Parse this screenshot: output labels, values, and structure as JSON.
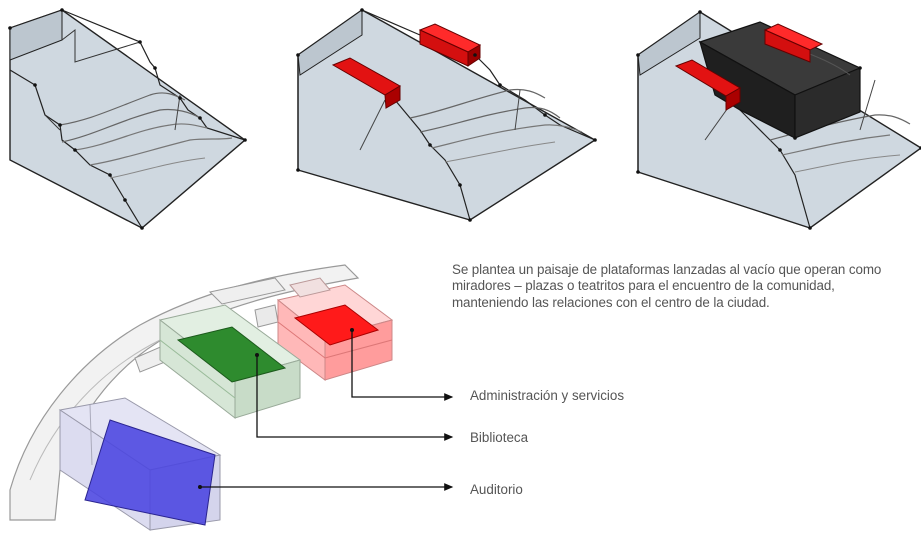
{
  "description": "Se plantea un paisaje de plataformas lanzadas al vacío que operan como miradores – plazas o teatritos para el encuentro de la comunidad, manteniendo las relaciones con el centro de la ciudad.",
  "callouts": {
    "administracion": "Administración y servicios",
    "biblioteca": "Biblioteca",
    "auditorio": "Auditorio"
  },
  "colors": {
    "terrain": "#cdd6de",
    "terrain_edge": "#2b2b2b",
    "platform_red": "#e01010",
    "volume_dark": "#2a2a2a",
    "program_red": "#ff1a1a",
    "program_green": "#2e8b2e",
    "program_blue": "#4a44e0",
    "shell": "#eeeeee"
  },
  "steps": [
    {
      "id": "step-1",
      "elements": [
        "terrain"
      ]
    },
    {
      "id": "step-2",
      "elements": [
        "terrain",
        "red-platforms"
      ]
    },
    {
      "id": "step-3",
      "elements": [
        "terrain",
        "red-platforms",
        "dark-volume"
      ]
    }
  ]
}
